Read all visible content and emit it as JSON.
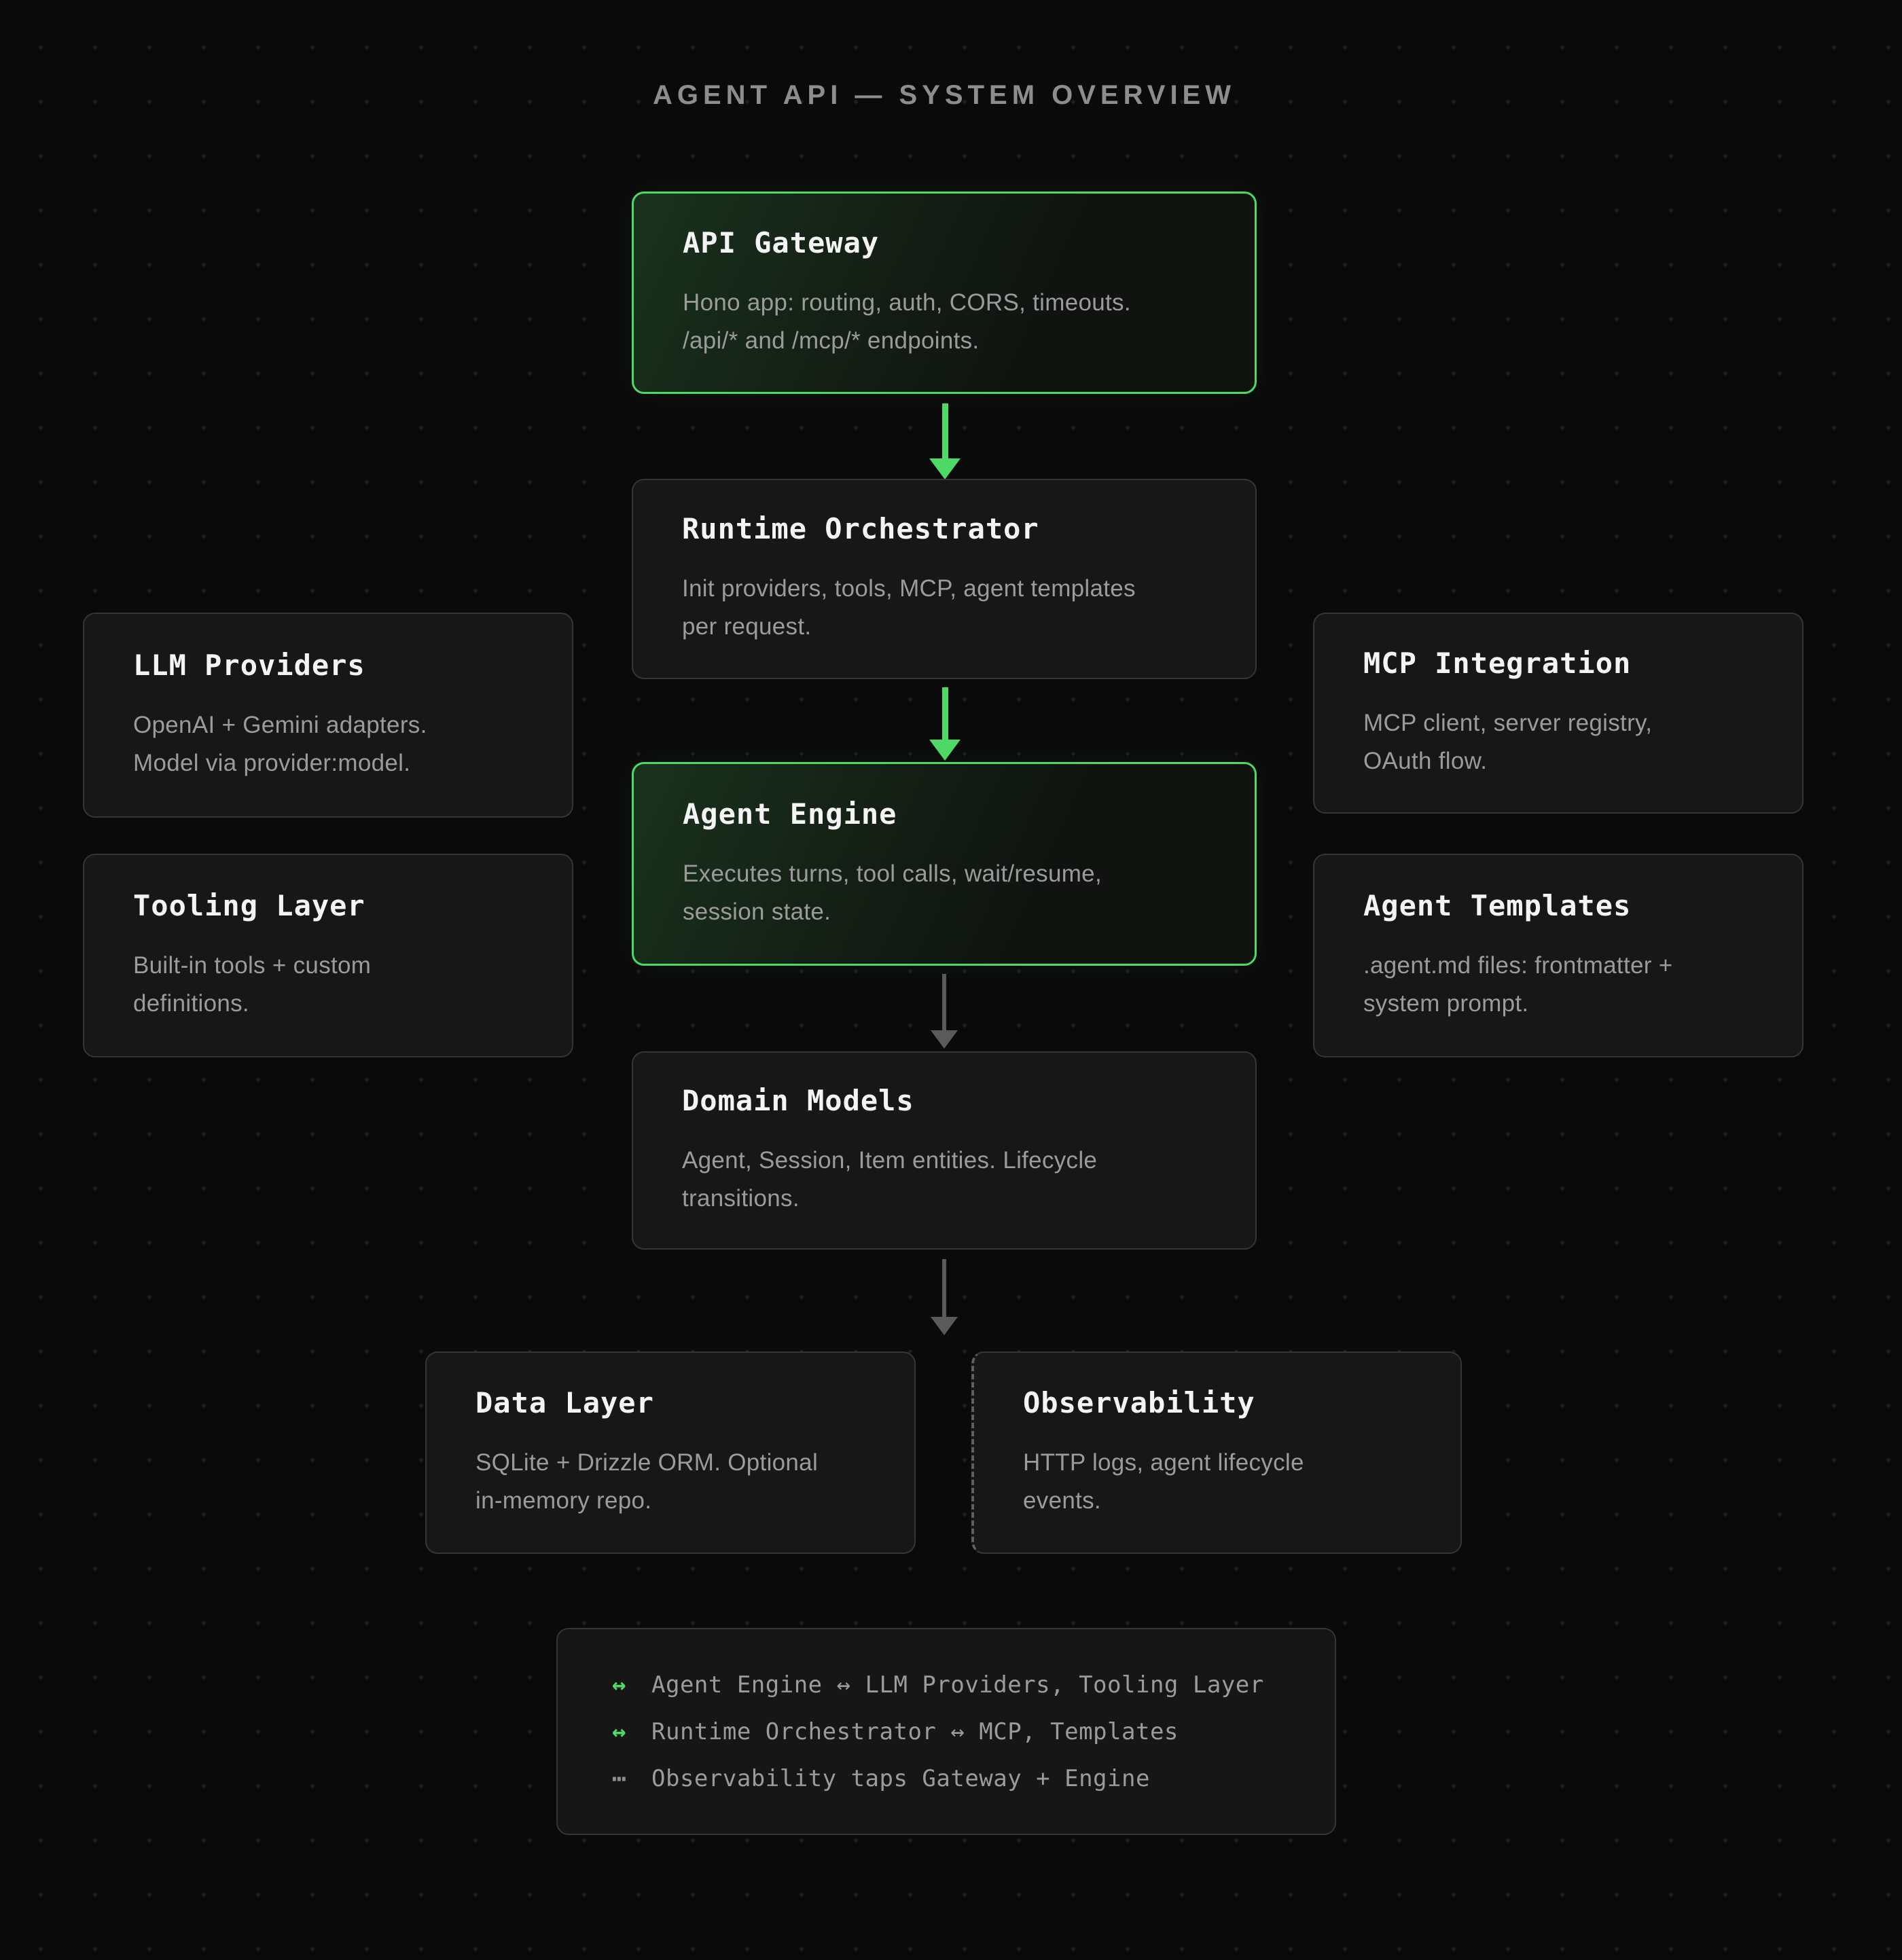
{
  "page": {
    "title": "AGENT API — SYSTEM OVERVIEW"
  },
  "colors": {
    "accent_green": "#4ed964",
    "arrow_gray": "#5a5a5a",
    "border_gray": "#353535",
    "body_text": "#9b9b9b",
    "heading_text": "#8d8d8d",
    "legend_icon_gray": "#8f8f8f"
  },
  "nodes": {
    "api_gateway": {
      "title": "API Gateway",
      "body": "Hono app: routing, auth, CORS, timeouts.\n/api/* and /mcp/* endpoints."
    },
    "runtime_orchestrator": {
      "title": "Runtime Orchestrator",
      "body": "Init providers, tools, MCP, agent templates\nper request."
    },
    "llm_providers": {
      "title": "LLM Providers",
      "body": "OpenAI + Gemini adapters.\nModel via provider:model."
    },
    "mcp_integration": {
      "title": "MCP Integration",
      "body": "MCP client, server registry,\nOAuth flow."
    },
    "agent_engine": {
      "title": "Agent Engine",
      "body": "Executes turns, tool calls, wait/resume,\nsession state."
    },
    "tooling_layer": {
      "title": "Tooling Layer",
      "body": "Built-in tools + custom\ndefinitions."
    },
    "agent_templates": {
      "title": "Agent Templates",
      "body": ".agent.md files: frontmatter +\nsystem prompt."
    },
    "domain_models": {
      "title": "Domain Models",
      "body": "Agent, Session, Item entities. Lifecycle\ntransitions."
    },
    "data_layer": {
      "title": "Data Layer",
      "body": "SQLite + Drizzle ORM. Optional\nin-memory repo."
    },
    "observability": {
      "title": "Observability",
      "body": "HTTP logs, agent lifecycle\nevents."
    }
  },
  "legend": {
    "items": [
      {
        "icon": "↔",
        "icon_color": "#4ed964",
        "text": "Agent Engine ↔ LLM Providers, Tooling Layer"
      },
      {
        "icon": "↔",
        "icon_color": "#4ed964",
        "text": "Runtime Orchestrator ↔ MCP, Templates"
      },
      {
        "icon": "⋯",
        "icon_color": "#8f8f8f",
        "text": "Observability taps Gateway + Engine"
      }
    ]
  }
}
